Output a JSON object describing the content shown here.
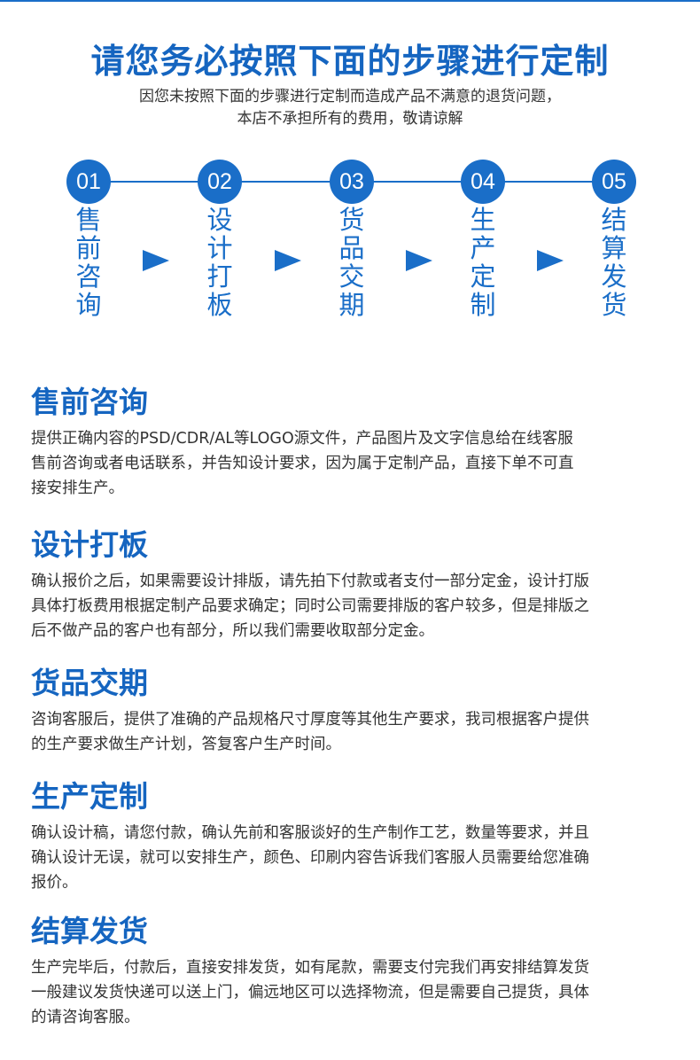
{
  "header": {
    "title": "请您务必按照下面的步骤进行定制",
    "subtitle_line1": "因您未按照下面的步骤进行定制而造成产品不满意的退货问题，",
    "subtitle_line2": "本店不承担所有的费用，敬请谅解"
  },
  "steps": [
    {
      "number": "01",
      "chars": [
        "售",
        "前",
        "咨",
        "询"
      ]
    },
    {
      "number": "02",
      "chars": [
        "设",
        "计",
        "打",
        "板"
      ]
    },
    {
      "number": "03",
      "chars": [
        "货",
        "品",
        "交",
        "期"
      ]
    },
    {
      "number": "04",
      "chars": [
        "生",
        "产",
        "定",
        "制"
      ]
    },
    {
      "number": "05",
      "chars": [
        "结",
        "算",
        "发",
        "货"
      ]
    }
  ],
  "sections": [
    {
      "title": "售前咨询",
      "lines": [
        "提供正确内容的PSD/CDR/AL等LOGO源文件，产品图片及文字信息给在线客服",
        "售前咨询或者电话联系，并告知设计要求，因为属于定制产品，直接下单不可直",
        "接安排生产。"
      ]
    },
    {
      "title": "设计打板",
      "lines": [
        "确认报价之后，如果需要设计排版，请先拍下付款或者支付一部分定金，设计打版",
        "具体打板费用根据定制产品要求确定；同时公司需要排版的客户较多，但是排版之",
        "后不做产品的客户也有部分，所以我们需要收取部分定金。"
      ]
    },
    {
      "title": "货品交期",
      "lines": [
        "咨询客服后，提供了准确的产品规格尺寸厚度等其他生产要求，我司根据客户提供",
        "的生产要求做生产计划，答复客户生产时间。"
      ]
    },
    {
      "title": "生产定制",
      "lines": [
        "确认设计稿，请您付款，确认先前和客服谈好的生产制作工艺，数量等要求，并且",
        "确认设计无误，就可以安排生产，颜色、印刷内容告诉我们客服人员需要给您准确",
        "报价。"
      ]
    },
    {
      "title": "结算发货",
      "lines": [
        "生产完毕后，付款后，直接安排发货，如有尾款，需要支付完我们再安排结算发货",
        "一般建议发货快递可以送上门，偏远地区可以选择物流，但是需要自己提货，具体",
        "的请咨询客服。"
      ]
    }
  ]
}
